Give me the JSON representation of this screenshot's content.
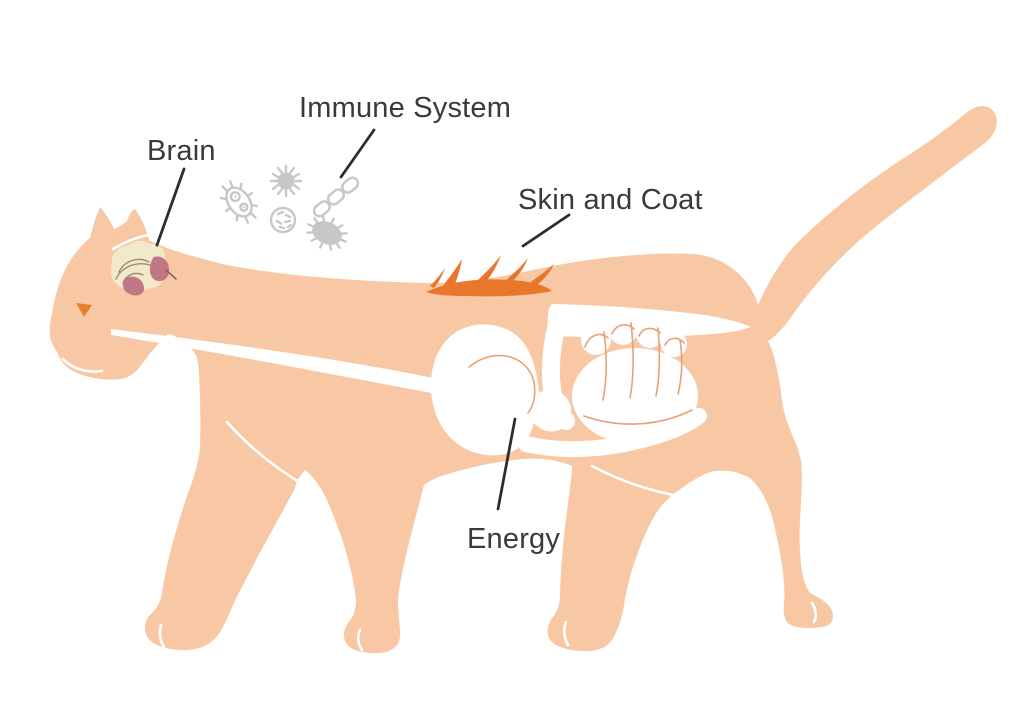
{
  "diagram": {
    "description": "Side-view illustration of a walking cat highlighting four body systems",
    "labels": {
      "brain": "Brain",
      "immune_system": "Immune System",
      "skin_and_coat": "Skin and Coat",
      "energy": "Energy"
    },
    "icons": {
      "brain": "brain-illustration",
      "immune_system": [
        "bacterium-outline-icon",
        "virus-icon",
        "bacteria-chain-icon",
        "microbe-culture-icon",
        "bacterium-filled-icon"
      ],
      "skin_and_coat": "fur-strokes-icon",
      "energy": [
        "esophagus-illustration",
        "stomach-illustration",
        "intestines-illustration"
      ]
    },
    "colors": {
      "background": "#ffffff",
      "cat_body": "#f8c8a5",
      "fur_accent": "#e8772c",
      "eye": "#e8822a",
      "brain_cream": "#f2e9ca",
      "brain_line": "#a08a6e",
      "brain_mauve": "#c07886",
      "microbe_gray": "#c7c7c7",
      "organ_line": "#e9a173",
      "label_text": "#3a3a3a",
      "pointer_line": "#2d2d2d"
    }
  }
}
